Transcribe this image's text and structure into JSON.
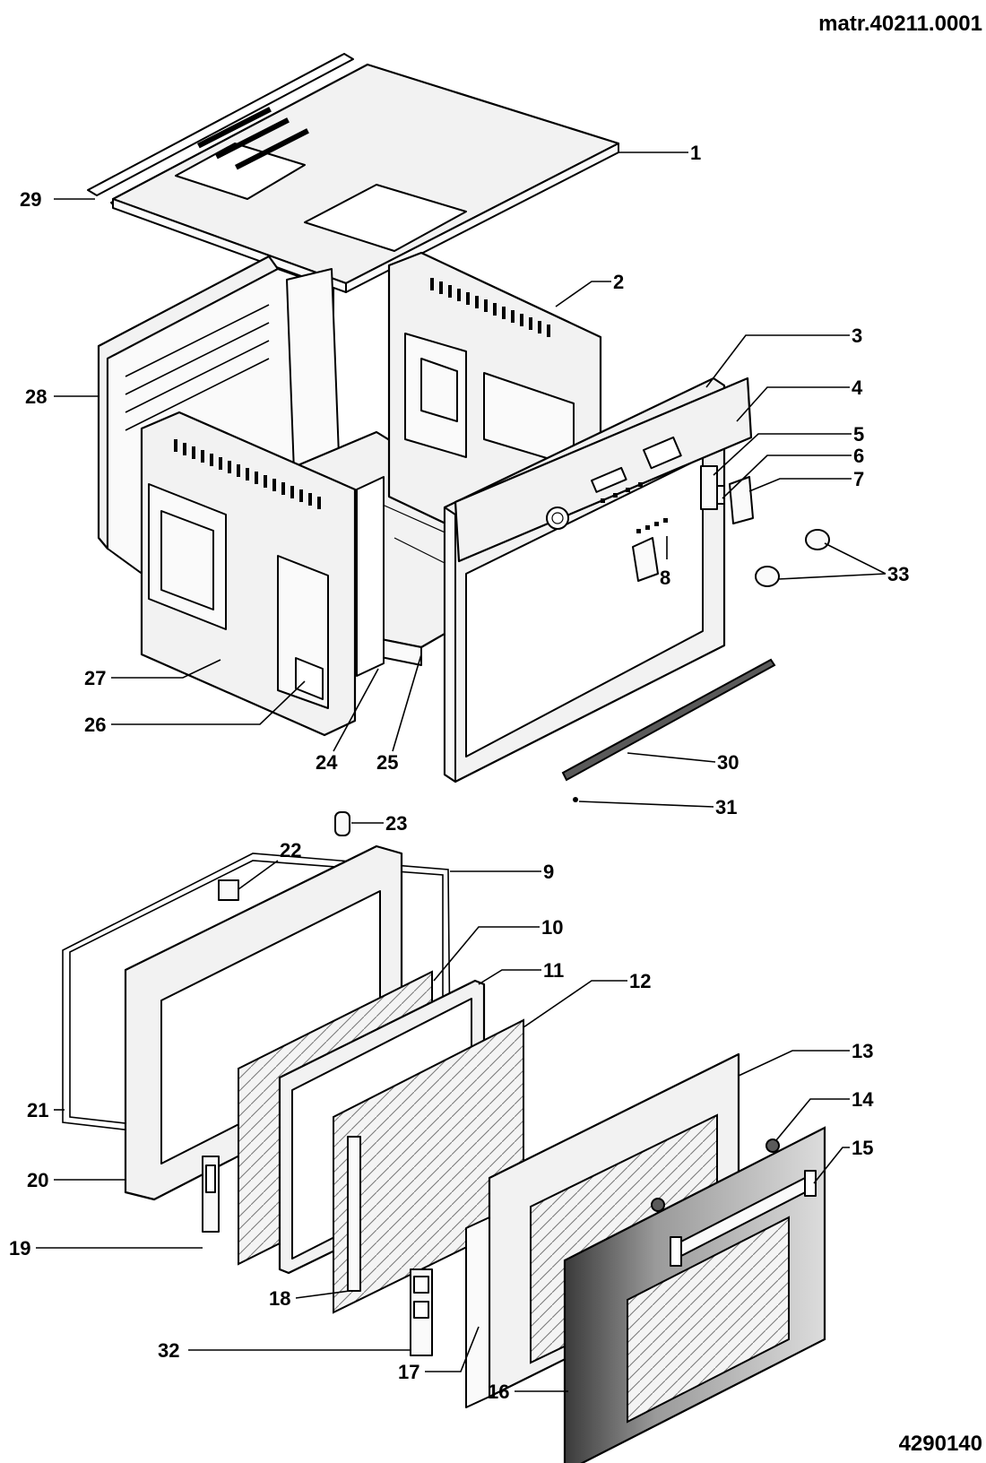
{
  "header": {
    "material_code": "matr.40211.0001"
  },
  "footer": {
    "drawing_number": "4290140"
  },
  "callouts": [
    {
      "id": "1",
      "text": "1"
    },
    {
      "id": "2",
      "text": "2"
    },
    {
      "id": "3",
      "text": "3"
    },
    {
      "id": "4",
      "text": "4"
    },
    {
      "id": "5",
      "text": "5"
    },
    {
      "id": "6",
      "text": "6"
    },
    {
      "id": "7",
      "text": "7"
    },
    {
      "id": "8",
      "text": "8"
    },
    {
      "id": "9",
      "text": "9"
    },
    {
      "id": "10",
      "text": "10"
    },
    {
      "id": "11",
      "text": "11"
    },
    {
      "id": "12",
      "text": "12"
    },
    {
      "id": "13",
      "text": "13"
    },
    {
      "id": "14",
      "text": "14"
    },
    {
      "id": "15",
      "text": "15"
    },
    {
      "id": "16",
      "text": "16"
    },
    {
      "id": "17",
      "text": "17"
    },
    {
      "id": "18",
      "text": "18"
    },
    {
      "id": "19",
      "text": "19"
    },
    {
      "id": "20",
      "text": "20"
    },
    {
      "id": "21",
      "text": "21"
    },
    {
      "id": "22",
      "text": "22"
    },
    {
      "id": "23",
      "text": "23"
    },
    {
      "id": "24",
      "text": "24"
    },
    {
      "id": "25",
      "text": "25"
    },
    {
      "id": "26",
      "text": "26"
    },
    {
      "id": "27",
      "text": "27"
    },
    {
      "id": "28",
      "text": "28"
    },
    {
      "id": "29",
      "text": "29"
    },
    {
      "id": "30",
      "text": "30"
    },
    {
      "id": "31",
      "text": "31"
    },
    {
      "id": "32",
      "text": "32"
    },
    {
      "id": "33",
      "text": "33"
    }
  ]
}
